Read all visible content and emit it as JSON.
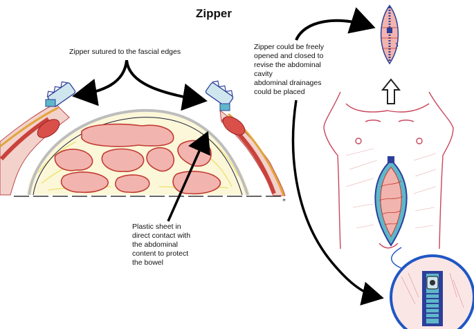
{
  "title": "Zipper",
  "labels": {
    "zipper_sutured": "Zipper sutured to the fascial edges",
    "zipper_open_1": "Zipper could be freely",
    "zipper_open_2": "opened and closed to",
    "zipper_open_3": "revise the abdominal",
    "zipper_open_4": "cavity",
    "zipper_open_5": "abdominal drainages",
    "zipper_open_6": "could be placed",
    "plastic_1": "Plastic sheet in",
    "plastic_2": "direct contact with",
    "plastic_3": "the abdominal",
    "plastic_4": "content to protect",
    "plastic_5": "the bowel"
  },
  "colors": {
    "bowel_fill": "#f2b4ae",
    "bowel_stroke": "#c23a33",
    "muscle": "#c9433c",
    "fat_yellow": "#efe06a",
    "zipper_blue": "#2c3f9a",
    "zipper_teal": "#5fb7c9",
    "skin_outline": "#c8455a",
    "arrow": "#000000"
  }
}
